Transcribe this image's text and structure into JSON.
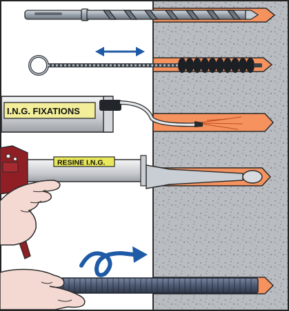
{
  "labels": {
    "cartridge_brand": "I.N.G. FIXATIONS",
    "syringe_label": "RESINE I.N.G."
  },
  "steps": [
    {
      "name": "drill"
    },
    {
      "name": "brush-clean"
    },
    {
      "name": "resin-cartridge"
    },
    {
      "name": "resin-syringe"
    },
    {
      "name": "insert-threaded-rod"
    }
  ],
  "colors": {
    "wall": "#b9bcc0",
    "wall_speckle": "#8e9196",
    "hole": "#f5925e",
    "hole_outline": "#2a2a2a",
    "arrow": "#1e5aa6",
    "label_yellow": "#f2ee9a",
    "syringe_label": "#e8e85a",
    "gun_red": "#8f1e25",
    "skin": "#f4d9d2",
    "rod": "#4d5a73",
    "metal": "#a7b0bb"
  },
  "icons": {
    "double_arrow": "double-headed-arrow-icon",
    "rotation_arrow": "curved-rotation-arrow-icon"
  }
}
